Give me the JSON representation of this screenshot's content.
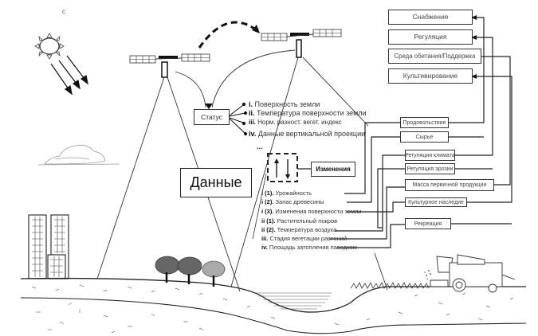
{
  "diagram": {
    "corner_mark": "c",
    "ecosystem_services": [
      {
        "label": "Снабжение",
        "icon": "supply"
      },
      {
        "label": "Регуляция",
        "icon": "regulation"
      },
      {
        "label": "Среда обитания/Поддержка",
        "icon": "habitat-support"
      },
      {
        "label": "Культивирование",
        "icon": "cultivation"
      }
    ],
    "status": {
      "label": "Статус",
      "items": [
        {
          "num": "i.",
          "text": "Поверхность земли"
        },
        {
          "num": "ii.",
          "text": "Температура поверхности земли"
        },
        {
          "num": "iii.",
          "text": "Норм. разност. вегет. индекс",
          "num_bold_prefix": "Норм"
        },
        {
          "num": "iv.",
          "text": "Данные вертикальной проекции"
        }
      ],
      "ellipsis": "..."
    },
    "data_label": "Данные",
    "changes": {
      "label": "Изменения",
      "items": [
        {
          "num": "i (1).",
          "text": "Урожайность"
        },
        {
          "num": "i (2).",
          "text": "Запас древесины"
        },
        {
          "num": "i (3).",
          "text": "Изменения поверхности земли"
        },
        {
          "num": "ii (1).",
          "text": "Растительный покров"
        },
        {
          "num": "ii (2).",
          "text": "Температура воздуха"
        },
        {
          "num": "iii.",
          "text": "Стадия вегетации растений"
        },
        {
          "num": "iv.",
          "text": "Площадь затопления паводком"
        }
      ]
    },
    "services": [
      {
        "label": "Продовольствие"
      },
      {
        "label": "Сырье"
      },
      {
        "label": "Регуляция климата"
      },
      {
        "label": "Регуляция эрозии"
      },
      {
        "label": "Масса первичной продукции"
      },
      {
        "label": "Культурное наследие"
      },
      {
        "label": "Рекреация"
      }
    ],
    "scene_elements": [
      "sun",
      "sun-rays",
      "satellite-1",
      "satellite-2",
      "orbit-arrow",
      "cloud",
      "buildings",
      "trees",
      "water-body",
      "crop-field",
      "combine-harvester",
      "ground-layers"
    ]
  }
}
